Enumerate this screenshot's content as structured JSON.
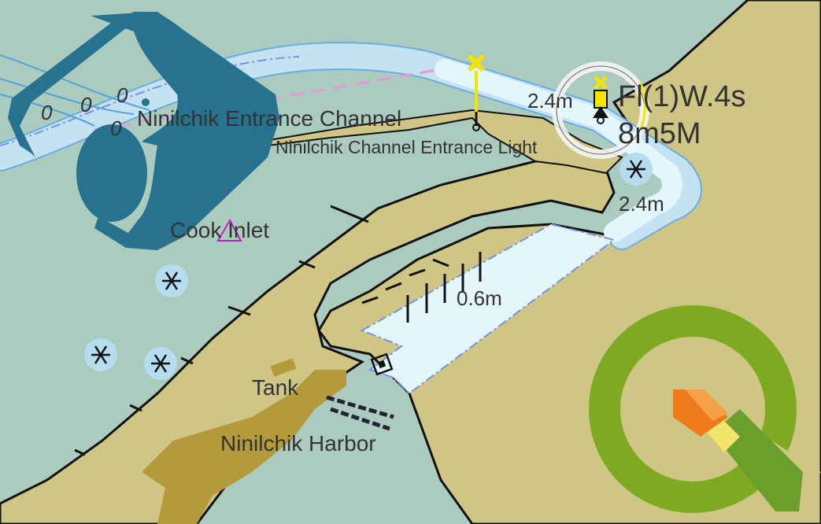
{
  "map": {
    "labels": {
      "channel": "Ninilchik Entrance Channel",
      "light": "Ninilchik Channel Entrance Light",
      "inlet": "Cook Inlet",
      "harbor": "Ninilchik Harbor",
      "tank": "Tank",
      "light_char": "Fl(1)W.4s",
      "light_range": "8m5M"
    },
    "soundings": [
      "0",
      "0",
      "0",
      "0",
      "2.4m",
      "2.4m",
      "0.6m"
    ],
    "colors": {
      "water": "#abcbbe",
      "land": "#cfc584",
      "built": "#b59a3c",
      "channel": "#c4e2f2",
      "dredged": "#e2f6fb",
      "logo_teal": "#26728f",
      "qgis_green": "#7eaa22"
    },
    "icons": [
      "seagrass-icon",
      "beacon-icon",
      "light-icon",
      "wreck-icon",
      "tank-icon",
      "app-logo-icon",
      "qgis-logo-icon"
    ]
  }
}
